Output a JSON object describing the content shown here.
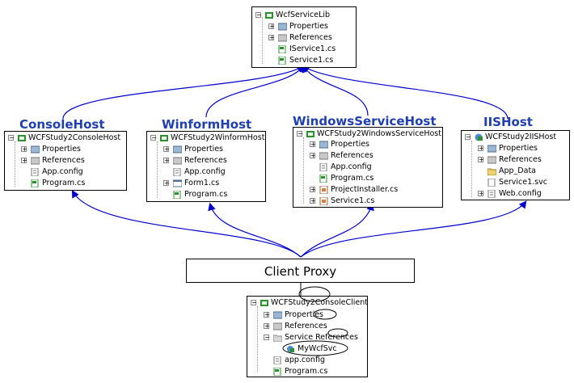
{
  "lib": {
    "root": "WcfServiceLib",
    "items": [
      "Properties",
      "References",
      "IService1.cs",
      "Service1.cs"
    ]
  },
  "hosts": [
    {
      "title": "ConsoleHost",
      "root": "WCFStudy2ConsoleHost",
      "items": [
        "Properties",
        "References",
        "App.config",
        "Program.cs"
      ]
    },
    {
      "title": "WinformHost",
      "root": "WCFStudy2WinformHost",
      "items": [
        "Properties",
        "References",
        "App.config",
        "Form1.cs",
        "Program.cs"
      ]
    },
    {
      "title": "WindowsServiceHost",
      "root": "WCFStudy2WindowsServiceHost",
      "items": [
        "Properties",
        "References",
        "App.config",
        "Program.cs",
        "ProjectInstaller.cs",
        "Service1.cs"
      ]
    },
    {
      "title": "IISHost",
      "root": "WCFStudy2IISHost",
      "items": [
        "Properties",
        "References",
        "App_Data",
        "Service1.svc",
        "Web.config"
      ]
    }
  ],
  "proxy": {
    "label": "Client Proxy"
  },
  "client": {
    "root": "WCFStudy2ConsoleClient",
    "items": [
      "Properties",
      "References",
      "Service References",
      "MyWcfSvc",
      "app.config",
      "Program.cs"
    ]
  },
  "colors": {
    "arrow": "#0000cc",
    "host_title": "#1f3fb0"
  }
}
